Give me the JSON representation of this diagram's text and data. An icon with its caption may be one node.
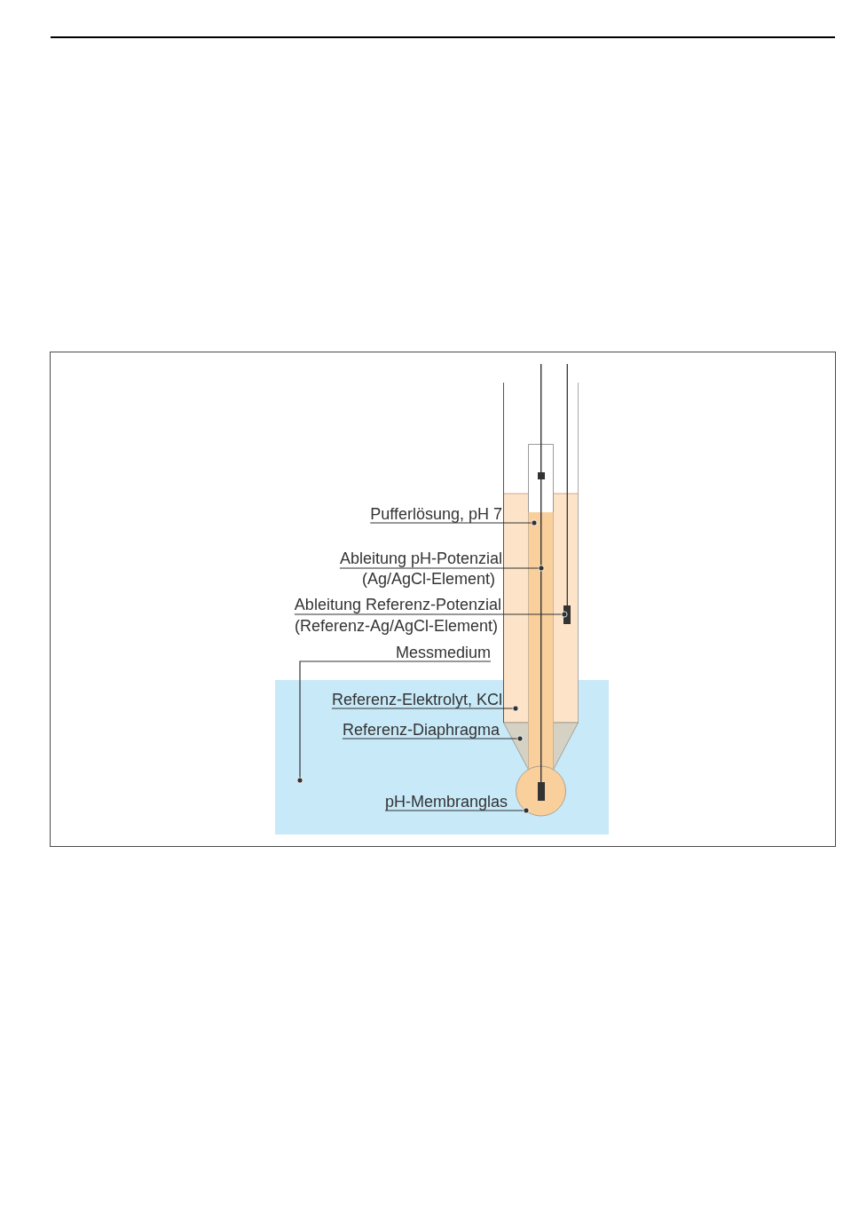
{
  "diagram": {
    "nodes": [
      {
        "text": [
          "Pufferlösung, pH 7"
        ]
      },
      {
        "text": [
          "Ableitung pH-Potenzial",
          "(Ag/AgCl-Element)"
        ]
      },
      {
        "text": [
          "Ableitung Referenz-Potenzial",
          "(Referenz-Ag/AgCl-Element)"
        ]
      },
      {
        "text": [
          "Messmedium"
        ]
      },
      {
        "text": [],
        "shape": "box"
      },
      {
        "text": [
          "Referenz-Elektrolyt, KCl"
        ],
        "in": 4
      },
      {
        "text": [
          "Referenz-Diaphragma"
        ],
        "in": 4
      },
      {
        "text": [
          "pH-Membranglas"
        ],
        "in": 4
      },
      {
        "text": [],
        "shape": "box"
      },
      {
        "text": [],
        "shape": "bar"
      },
      {
        "text": [],
        "shape": "box"
      },
      {
        "text": [],
        "shape": "bar",
        "in": 10
      },
      {
        "text": [],
        "shape": "triangle",
        "in": 4
      },
      {
        "text": [],
        "shape": "circle",
        "in": 4
      }
    ],
    "edges": [
      {
        "from": 0,
        "to": 8,
        "arrow": "other"
      },
      {
        "from": 1,
        "to": 9,
        "arrow": "other"
      },
      {
        "from": 2,
        "to": 11,
        "arrow": "other"
      },
      {
        "from": 3,
        "to": 4,
        "arrow": "other"
      },
      {
        "from": 5,
        "to": 10,
        "arrow": "other"
      },
      {
        "from": 6,
        "to": 12,
        "arrow": "other"
      },
      {
        "from": 7,
        "to": 13,
        "arrow": "other"
      }
    ]
  }
}
